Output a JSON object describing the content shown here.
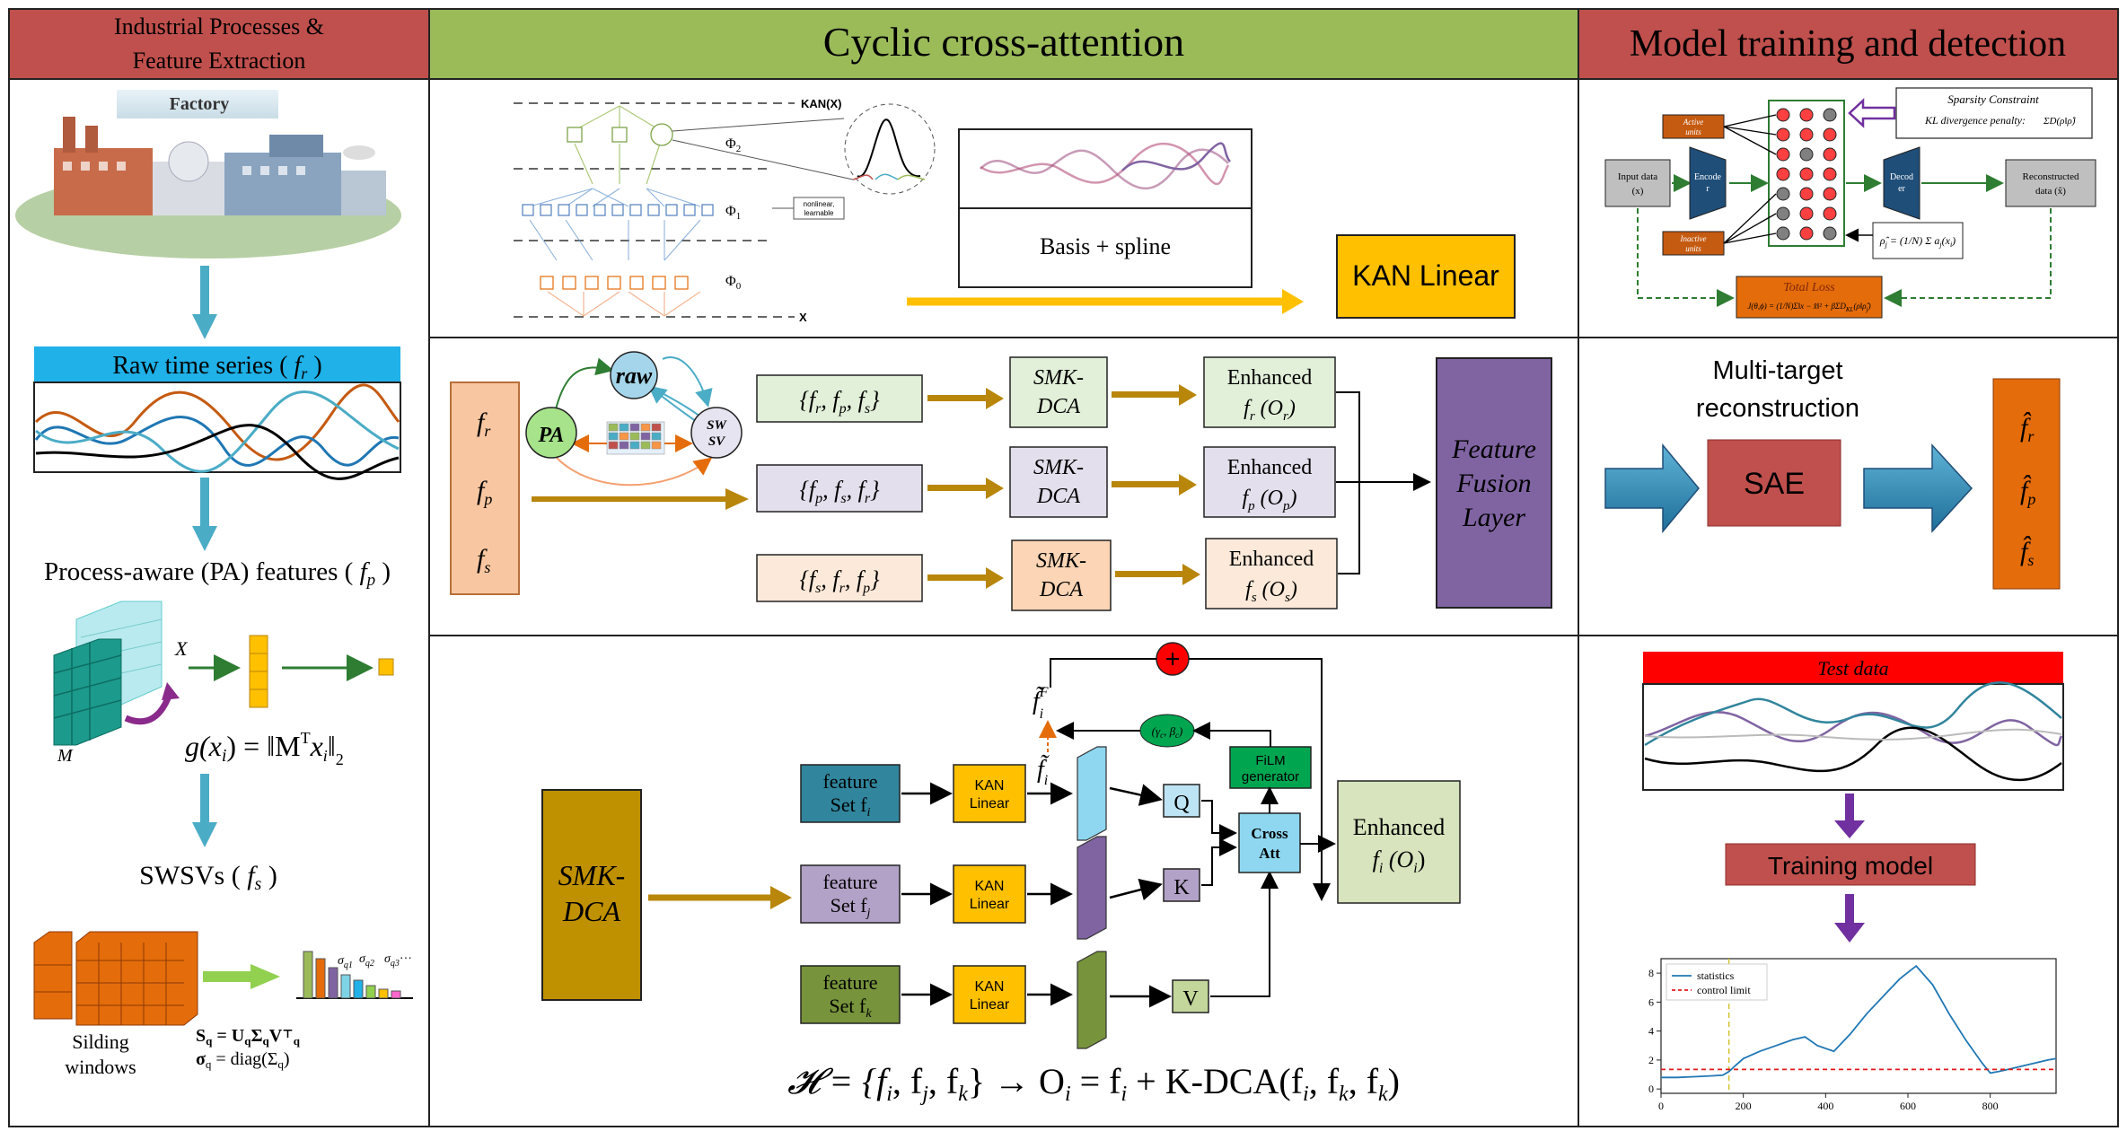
{
  "headers": {
    "left": [
      "Industrial Processes &",
      "Feature Extraction"
    ],
    "middle": "Cyclic cross-attention",
    "right": "Model training and detection"
  },
  "left_panel": {
    "factory_label": "Factory",
    "raw_series_label": "Raw time series (",
    "raw_symbol": "f",
    "raw_sub": "r",
    "pa_label": "Process-aware (PA) features (",
    "pa_symbol": "f",
    "pa_sub": "p",
    "X_label": "X",
    "M_label": "M",
    "g_formula": "g(x",
    "g_formula_rest": ") = ‖M",
    "g_formula_tail": "x",
    "swsv_label": "SWSVs (",
    "swsv_symbol": "f",
    "swsv_sub": "s",
    "sliding_label": [
      "Silding",
      "windows"
    ],
    "sigma_labels": [
      "σ",
      "σ",
      "σ",
      "···"
    ],
    "sigma_subs": [
      "q1",
      "q2",
      "q3"
    ],
    "svd_formula": "S",
    "svd_formula_rest": " = U",
    "diag_formula": "σ",
    "diag_formula_rest": " = diag(Σ"
  },
  "kan_panel": {
    "kan_x_label": "KAN(X)",
    "x_label": "X",
    "phi2": "Φ",
    "phi1": "Φ",
    "phi0": "Φ",
    "phi_subs": [
      "2",
      "1",
      "0"
    ],
    "nonlinear_label": [
      "nonlinear,",
      "learnable"
    ],
    "basis_spline": "Basis  +  spline",
    "kan_linear": "KAN Linear"
  },
  "fusion_panel": {
    "features": [
      "f",
      "f",
      "f"
    ],
    "feature_subs": [
      "r",
      "p",
      "s"
    ],
    "raw": "raw",
    "pa": "PA",
    "sw": "SW",
    "sv": "SV",
    "sets": [
      {
        "text": "{f",
        "subs": [
          "r",
          "p",
          "s"
        ]
      },
      {
        "text": "{f",
        "subs": [
          "p",
          "s",
          "r"
        ]
      },
      {
        "text": "{f",
        "subs": [
          "s",
          "r",
          "p"
        ]
      }
    ],
    "smk": [
      "SMK-",
      "DCA"
    ],
    "enhanced": "Enhanced",
    "enhanced_subs": [
      "r",
      "p",
      "s"
    ],
    "o_labels": [
      "O",
      "O",
      "O"
    ],
    "fusion": [
      "Feature",
      "Fusion",
      "Layer"
    ]
  },
  "dca_panel": {
    "smk": [
      "SMK-",
      "DCA"
    ],
    "feature_sets": [
      {
        "line1": "feature",
        "line2": "Set f",
        "sub": "i"
      },
      {
        "line1": "feature",
        "line2": "Set f",
        "sub": "j"
      },
      {
        "line1": "feature",
        "line2": "Set f",
        "sub": "k"
      }
    ],
    "kan": [
      "KAN",
      "Linear"
    ],
    "qkv": [
      "Q",
      "K",
      "V"
    ],
    "cross_att": [
      "Cross",
      "Att"
    ],
    "film": [
      "FiLM",
      "generator"
    ],
    "gamma_beta": "(γ",
    "f_tilde_F": "f̃",
    "f_tilde": "f̃",
    "plus": "+",
    "enhanced": [
      "Enhanced",
      "f"
    ],
    "enhanced_sub": "i",
    "enhanced_o": "(O",
    "formula": "𝓗 = {f"
  },
  "sae_panel": {
    "sparsity": "Sparsity Constraint",
    "kl": "KL divergence penalty:",
    "active_units": [
      "Active",
      "units"
    ],
    "inactive_units": [
      "Inactive",
      "units"
    ],
    "input_data": [
      "Input data",
      "(x)"
    ],
    "encoder": [
      "Encode",
      "r"
    ],
    "decoder": [
      "Decod",
      "er"
    ],
    "reconstructed": [
      "Reconstructed",
      "data (x̂)"
    ],
    "rho_formula": "ρ̂",
    "total_loss": "Total Loss",
    "loss_formula": "J(θ,ϕ) = (1/N)Σ‖x − x̂‖² + βΣD"
  },
  "recon_panel": {
    "title": [
      "Multi-target",
      "reconstruction"
    ],
    "sae": "SAE",
    "outputs": [
      "f̂",
      "f̂",
      "f̂"
    ],
    "output_subs": [
      "r",
      "p",
      "s"
    ]
  },
  "test_panel": {
    "test_data": "Test data",
    "training_model": "Training model"
  },
  "chart_data": {
    "type": "line",
    "title": "",
    "xlabel": "",
    "ylabel": "",
    "xlim": [
      0,
      960
    ],
    "ylim": [
      -0.3,
      9
    ],
    "xticks": [
      0,
      200,
      400,
      600,
      800
    ],
    "yticks": [
      0,
      2,
      4,
      6,
      8
    ],
    "legend_position": "top-left",
    "series": [
      {
        "name": "statistics",
        "color": "#1f77b4",
        "style": "solid",
        "x": [
          0,
          40,
          80,
          120,
          150,
          165,
          180,
          200,
          240,
          280,
          320,
          350,
          380,
          420,
          460,
          500,
          540,
          580,
          620,
          660,
          700,
          740,
          780,
          800,
          820,
          850,
          880,
          910,
          940,
          960
        ],
        "y": [
          0.8,
          0.8,
          0.85,
          0.9,
          0.95,
          1.2,
          1.6,
          2.1,
          2.6,
          3.0,
          3.4,
          3.6,
          3.0,
          2.6,
          3.8,
          5.2,
          6.4,
          7.6,
          8.5,
          7.2,
          5.2,
          3.4,
          1.8,
          1.1,
          1.2,
          1.4,
          1.6,
          1.8,
          2.0,
          2.1
        ]
      },
      {
        "name": "control limit",
        "color": "#e31a1c",
        "style": "dashed",
        "x": [
          0,
          960
        ],
        "y": [
          1.35,
          1.35
        ]
      }
    ],
    "vline": {
      "x": 165,
      "color": "#d4c22e"
    }
  },
  "colors": {
    "header_red": "#c0504d",
    "header_green": "#9bbb59",
    "raw_bar": "#1fb1e8",
    "arrow_blue": "#4bacc6",
    "kan_yellow": "#ffc000",
    "gold_arrow": "#b8860b",
    "fusion_purple": "#8064a2",
    "sae_red": "#c0504d",
    "orange": "#e46c0a",
    "test_red": "#ff0000"
  }
}
